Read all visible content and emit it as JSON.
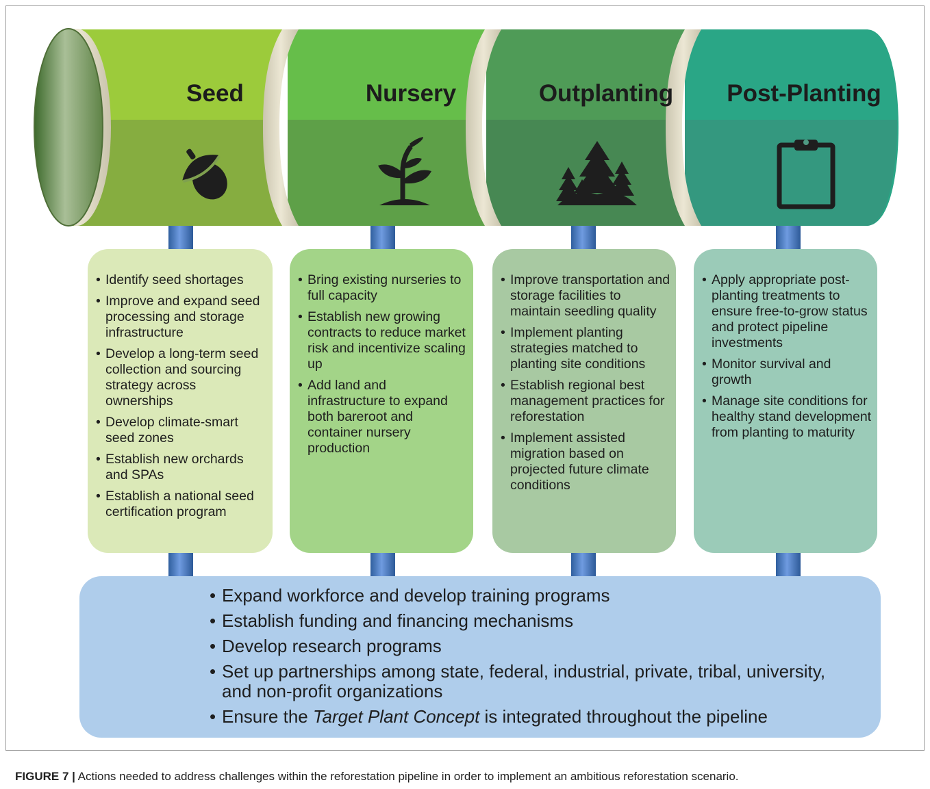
{
  "stages": [
    {
      "title": "Seed",
      "icon": "acorn-icon",
      "actions": [
        "Identify seed shortages",
        "Improve and expand seed processing and storage infrastructure",
        "Develop a long-term seed collection and sourcing strategy across ownerships",
        "Develop climate-smart seed zones",
        "Establish new orchards and SPAs",
        "Establish a national seed certification program"
      ]
    },
    {
      "title": "Nursery",
      "icon": "seedling-icon",
      "actions": [
        "Bring existing nurseries to full capacity",
        "Establish new growing contracts to reduce market risk and incentivize scaling up",
        "Add land and infrastructure to expand both bareroot and container nursery production"
      ]
    },
    {
      "title": "Outplanting",
      "icon": "forest-icon",
      "actions": [
        "Improve transportation and storage facilities to maintain seedling quality",
        "Implement planting strategies matched to planting site conditions",
        "Establish regional best management practices for reforestation",
        "Implement assisted migration based on projected future climate conditions"
      ]
    },
    {
      "title": "Post-Planting",
      "icon": "clipboard-icon",
      "actions": [
        "Apply appropriate post-planting treatments to ensure free-to-grow status and protect pipeline investments",
        "Monitor survival and growth",
        "Manage site conditions for healthy stand development from planting to maturity"
      ]
    }
  ],
  "cross_cutting": {
    "items": [
      "Expand workforce and develop training programs",
      "Establish funding and financing mechanisms",
      "Develop research programs",
      "Set up partnerships among state, federal, industrial, private, tribal, university, and non-profit organizations"
    ],
    "last_item": {
      "before": "Ensure the ",
      "emphasis": "Target Plant Concept",
      "after": " is integrated throughout the pipeline"
    }
  },
  "caption": {
    "label": "FIGURE 7 |",
    "text": " Actions needed to address challenges within the reforestation pipeline in order to implement an ambitious reforestation scenario."
  },
  "colors": {
    "seed_band": "#9ccb3b",
    "nursery_band": "#66be4a",
    "outplanting_band": "#4f9b57",
    "postplanting_band": "#2aa686",
    "seed_box": "#dbe9b8",
    "nursery_box": "#a3d488",
    "outplanting_box": "#a8c9a2",
    "postplanting_box": "#9bcbb8",
    "shared_box": "#afcdeb",
    "connector": "#4a78bd"
  }
}
